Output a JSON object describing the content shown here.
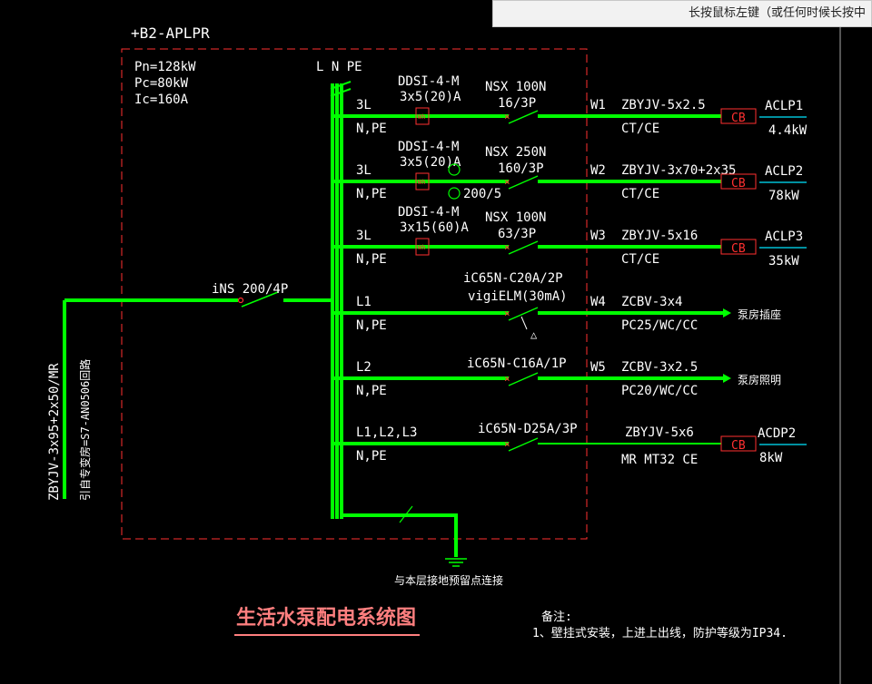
{
  "tooltip": "长按鼠标左键（或任何时候长按中",
  "panel": {
    "name": "+B2-APLPR",
    "pn": "Pn=128kW",
    "pc": "Pc=80kW",
    "ic": "Ic=160A",
    "bus_label": "L N PE",
    "incoming_switch": "iNS 200/4P",
    "incoming_cable": "ZBYJV-3x95+2x50/MR",
    "incoming_note": "引自专变房=S7-AN0506回路",
    "earth_note": "与本层接地预留点连接"
  },
  "circuits": [
    {
      "phase": "3L",
      "np": "N,PE",
      "meter": "DDSI-4-M",
      "meter_rating": "3x5(20)A",
      "breaker": "NSX 100N",
      "breaker_rating": "16/3P",
      "ct": "",
      "id": "W1",
      "cable": "ZBYJV-5x2.5",
      "install": "CT/CE",
      "cb": "CB",
      "dest": "ACLP1",
      "load": "4.4kW"
    },
    {
      "phase": "3L",
      "np": "N,PE",
      "meter": "DDSI-4-M",
      "meter_rating": "3x5(20)A",
      "breaker": "NSX 250N",
      "breaker_rating": "160/3P",
      "ct": "200/5",
      "id": "W2",
      "cable": "ZBYJV-3x70+2x35",
      "install": "CT/CE",
      "cb": "CB",
      "dest": "ACLP2",
      "load": "78kW"
    },
    {
      "phase": "3L",
      "np": "N,PE",
      "meter": "DDSI-4-M",
      "meter_rating": "3x15(60)A",
      "breaker": "NSX 100N",
      "breaker_rating": "63/3P",
      "ct": "",
      "id": "W3",
      "cable": "ZBYJV-5x16",
      "install": "CT/CE",
      "cb": "CB",
      "dest": "ACLP3",
      "load": "35kW"
    },
    {
      "phase": "L1",
      "np": "N,PE",
      "meter": "",
      "meter_rating": "",
      "breaker": "iC65N-C20A/2P",
      "breaker_rating": "vigiELM(30mA)",
      "ct": "",
      "id": "W4",
      "cable": "ZCBV-3x4",
      "install": "PC25/WC/CC",
      "cb": "",
      "dest": "泵房插座",
      "load": ""
    },
    {
      "phase": "L2",
      "np": "N,PE",
      "meter": "",
      "meter_rating": "",
      "breaker": "iC65N-C16A/1P",
      "breaker_rating": "",
      "ct": "",
      "id": "W5",
      "cable": "ZCBV-3x2.5",
      "install": "PC20/WC/CC",
      "cb": "",
      "dest": "泵房照明",
      "load": ""
    },
    {
      "phase": "L1,L2,L3",
      "np": "N,PE",
      "meter": "",
      "meter_rating": "",
      "breaker": "iC65N-D25A/3P",
      "breaker_rating": "",
      "ct": "",
      "id": "",
      "cable": "ZBYJV-5x6",
      "install": "MR MT32 CE",
      "cb": "CB",
      "dest": "ACDP2",
      "load": "8kW"
    }
  ],
  "title": "生活水泵配电系统图",
  "notes_heading": "备注:",
  "notes_line": "1、壁挂式安装，上进上出线，防护等级为IP34.",
  "colors": {
    "green": "#00ff00",
    "red": "#ff3030",
    "white": "#ffffff",
    "cyan": "#00e5ff",
    "title": "#ff7f7f"
  }
}
